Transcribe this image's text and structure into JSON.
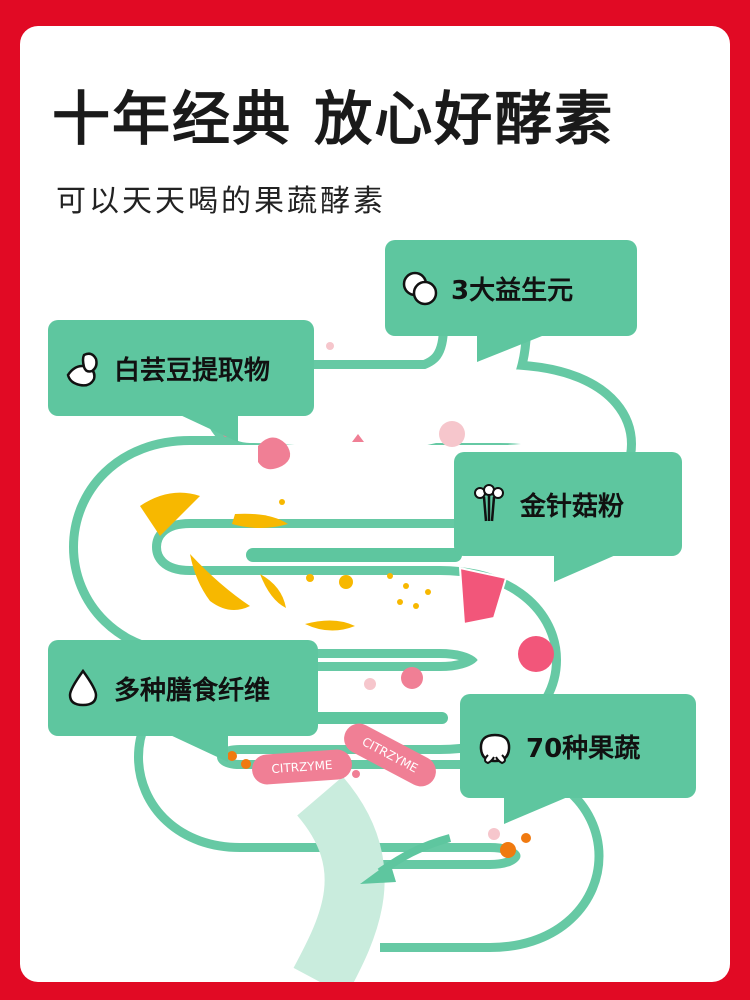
{
  "header": {
    "title": "十年经典 放心好酵素",
    "subtitle": "可以天天喝的果蔬酵素"
  },
  "bubbles": [
    {
      "label": "3大益生元",
      "icon": "probiotic-circles-icon"
    },
    {
      "label": "白芸豆提取物",
      "icon": "white-kidney-bean-icon"
    },
    {
      "label": "金针菇粉",
      "icon": "enoki-mushroom-icon"
    },
    {
      "label": "多种膳食纤维",
      "icon": "water-drop-icon"
    },
    {
      "label": "70种果蔬",
      "icon": "peach-icon"
    }
  ],
  "capsules": {
    "label_1": "CITRZYME",
    "label_2": "CITRZYME"
  },
  "colors": {
    "frame_red": "#e10a24",
    "intestine_green": "#5ec69f",
    "capsule_pink": "#f07f95",
    "fat_yellow": "#f7b800"
  }
}
